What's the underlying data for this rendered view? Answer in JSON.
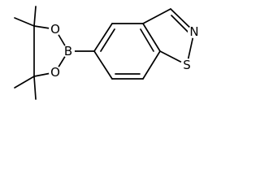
{
  "molecule": {
    "atoms": {
      "boron": "B",
      "oxygen_upper": "O",
      "oxygen_lower": "O",
      "nitrogen": "N",
      "sulfur": "S"
    }
  },
  "colors": {
    "bond": "#000000",
    "label": "#000000",
    "background": "#ffffff"
  }
}
